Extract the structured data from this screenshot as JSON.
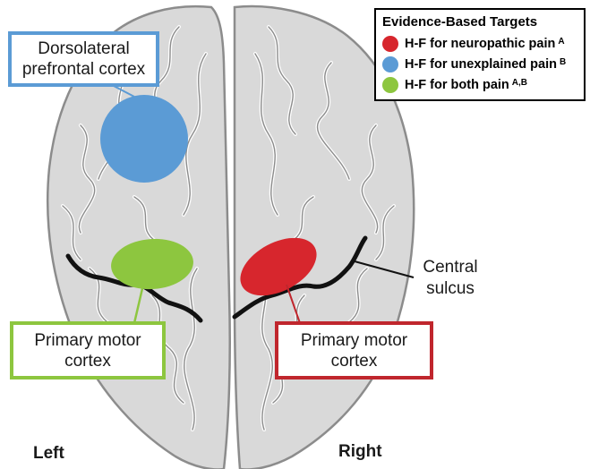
{
  "figure": {
    "dlpfc_label": [
      "Dorsolateral",
      "prefrontal cortex"
    ],
    "m1_left_label": [
      "Primary motor",
      "cortex"
    ],
    "m1_right_label": [
      "Primary motor",
      "cortex"
    ],
    "central_sulcus_label": [
      "Central",
      "sulcus"
    ],
    "left_label": "Left",
    "right_label": "Right"
  },
  "legend": {
    "title": "Evidence-Based Targets",
    "items": [
      {
        "label": "H-F for neuropathic pain",
        "sup": "A",
        "color": "#d7262d"
      },
      {
        "label": "H-F for unexplained pain",
        "sup": "B",
        "color": "#5b9bd5"
      },
      {
        "label": "H-F for both pain",
        "sup": "A,B",
        "color": "#8dc63f"
      }
    ]
  },
  "colors": {
    "dlpfc": "#5b9bd5",
    "m1_left": "#8dc63f",
    "m1_right": "#d7262d",
    "m1_right_border": "#c0262d",
    "brain_fill": "#d9d9d9",
    "brain_outline": "#8c8c8c",
    "sulcus": "#111111"
  }
}
